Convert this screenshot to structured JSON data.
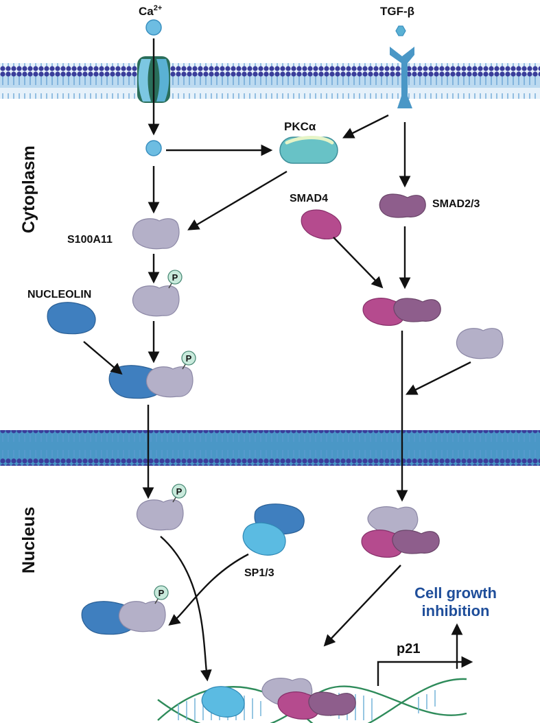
{
  "labels": {
    "ca_ion": "Ca",
    "ca_charge": "2+",
    "tgf_beta": "TGF-β",
    "pkc_alpha": "PKCα",
    "cytoplasm": "Cytoplasm",
    "nucleus": "Nucleus",
    "s100a11": "S100A11",
    "nucleolin": "NUCLEOLIN",
    "smad4": "SMAD4",
    "smad2_3": "SMAD2/3",
    "sp1_3": "SP1/3",
    "p21": "p21",
    "phospho": "P",
    "outcome_line1": "Cell growth",
    "outcome_line2": "inhibition"
  },
  "colors": {
    "membrane": "#4a97c6",
    "lipid_head": "#3a3d9a",
    "outcome_text": "#1f4e9a",
    "s100a11": "#b4b0c8",
    "nucleolin": "#3f7fbf",
    "smad4": "#b54b8e",
    "smad2_3": "#8e5e8c",
    "pkc_alpha": "#68c2c6",
    "sp1_3": "#5bbbe2",
    "phospho": "#c9eadc",
    "dna": "#2e8b5a"
  }
}
